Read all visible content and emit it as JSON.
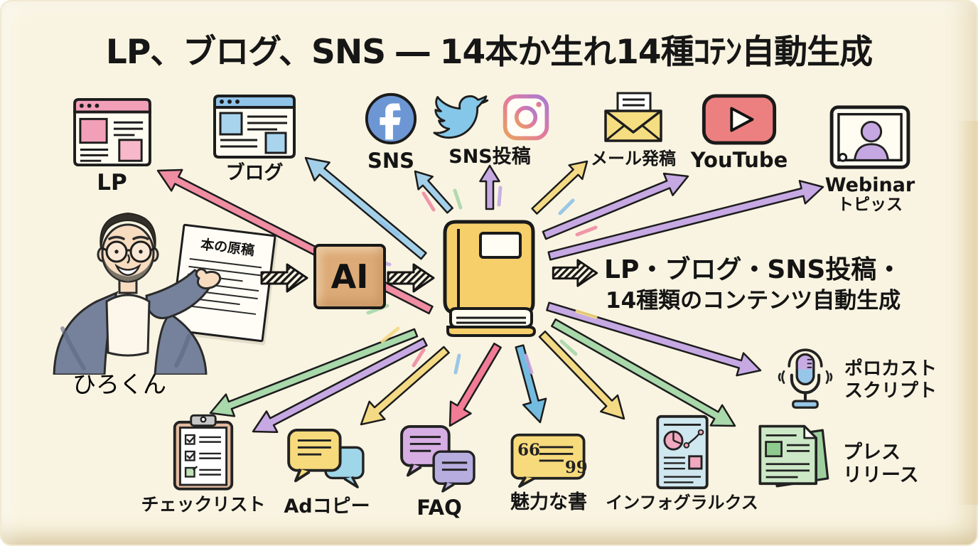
{
  "title": "LP、ブログ、SNS ― 14本か生れ14種ｺﾃﾝ自動生成",
  "person": {
    "name": "ひろくん"
  },
  "flow": {
    "manuscript_title": "本の原稿",
    "ai_label": "AI",
    "output_line1": "LP・ブログ・SNS投稿・",
    "output_line2": "14種類のコンテンツ自動生成"
  },
  "top_items": [
    {
      "label": "LP"
    },
    {
      "label": "ブログ"
    },
    {
      "label": "SNS"
    },
    {
      "label": "SNS投稿"
    },
    {
      "label": "メール発稿"
    },
    {
      "label": "YouTube"
    },
    {
      "label": "Webinar",
      "label2": "トピッス"
    }
  ],
  "bottom_items": [
    {
      "label": "チェックリスト"
    },
    {
      "label": "Adコピー"
    },
    {
      "label": "FAQ"
    },
    {
      "label": "魅力な書"
    },
    {
      "label": "インフォグラルクス"
    },
    {
      "label": "ポロカスト",
      "label2": "スクリプト"
    },
    {
      "label": "プレス",
      "label2": "リリース"
    }
  ],
  "arrows": [
    {
      "id": "lp",
      "color": "#ef8da2"
    },
    {
      "id": "blog",
      "color": "#a3cfe9"
    },
    {
      "id": "sns",
      "color": "#a3cfe9"
    },
    {
      "id": "sns-post",
      "color": "#c6a9e3"
    },
    {
      "id": "email",
      "color": "#f4da84"
    },
    {
      "id": "youtube",
      "color": "#c6a9e3"
    },
    {
      "id": "webinar",
      "color": "#c6a9e3"
    },
    {
      "id": "checklist",
      "color": "#a9d8aa"
    },
    {
      "id": "adcopy-left",
      "color": "#c6a9e3"
    },
    {
      "id": "adcopy-right",
      "color": "#f4da84"
    },
    {
      "id": "faq",
      "color": "#f27b95"
    },
    {
      "id": "quote",
      "color": "#74bbe0"
    },
    {
      "id": "infographic",
      "color": "#f4da84"
    },
    {
      "id": "press",
      "color": "#a9d8aa"
    },
    {
      "id": "podcast",
      "color": "#c6a9e3"
    }
  ],
  "colors": {
    "background": "#f9f4e1",
    "outline": "#1c1c1c",
    "burst": [
      "#ef8da2",
      "#8fc3e8",
      "#c6a9e3",
      "#a9d8aa",
      "#f4da84"
    ]
  }
}
